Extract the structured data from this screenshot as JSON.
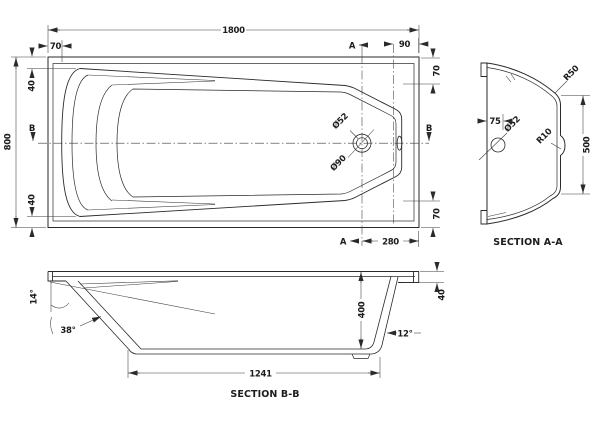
{
  "drawing": {
    "plan": {
      "overall_length": "1800",
      "overall_width": "800",
      "rim_end_left": "70",
      "rim_end_right": "90",
      "rim_side_top_left": "40",
      "rim_side_bottom_left": "40",
      "rim_side_top_right": "70",
      "rim_side_bottom_right": "70",
      "drain_to_end": "280",
      "drain_diameter": "Ø52",
      "drain_outer_diameter": "Ø90",
      "section_a_marker": "A",
      "section_b_marker": "B"
    },
    "section_aa": {
      "title": "SECTION A-A",
      "corner_radius": "R50",
      "side_radius": "R10",
      "drain_offset": "75",
      "drain_diameter": "Ø52",
      "base_width": "500"
    },
    "section_bb": {
      "title": "SECTION B-B",
      "head_angle": "14°",
      "backrest_angle": "38°",
      "foot_angle": "12°",
      "internal_depth": "400",
      "rim_height": "40",
      "base_length": "1241"
    }
  }
}
